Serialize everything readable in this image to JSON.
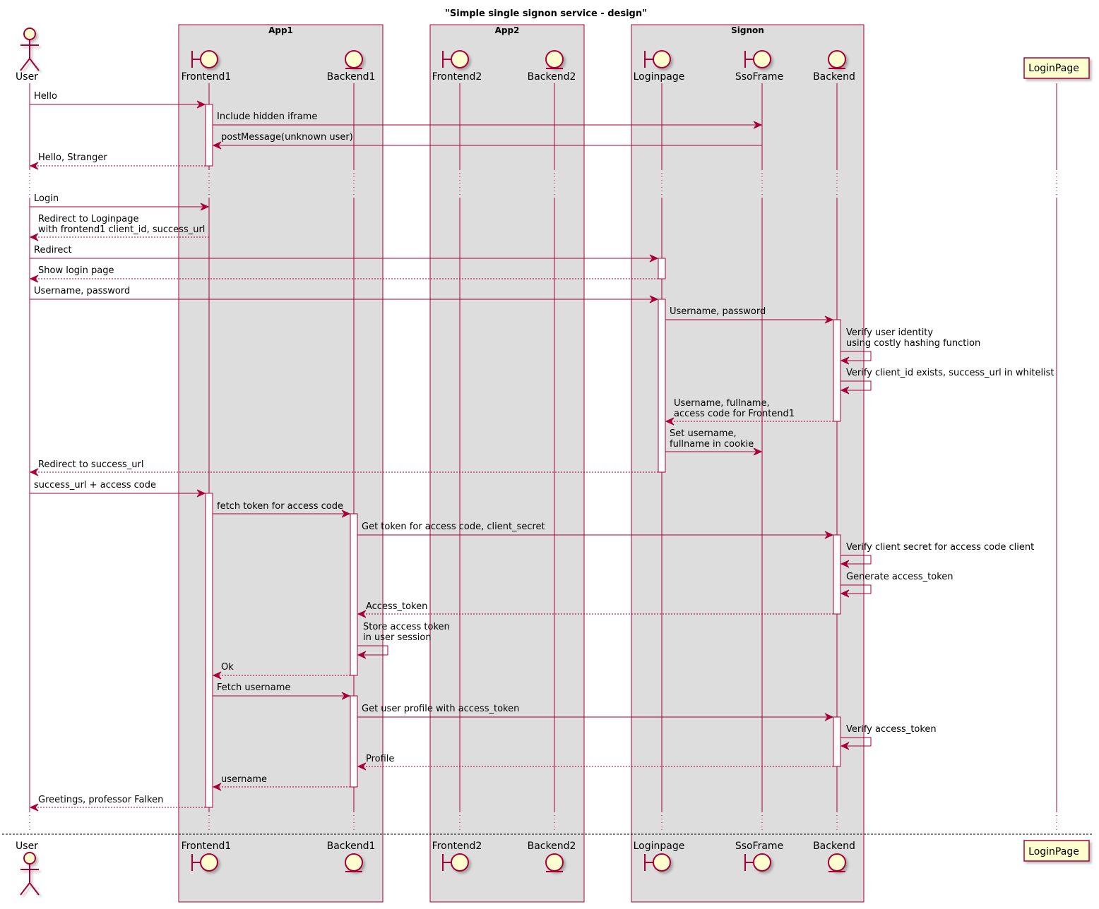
{
  "title": "\"Simple single signon service - design\"",
  "colors": {
    "line": "#a80036",
    "box_fill": "#dddddd",
    "participant_fill": "#fefece",
    "activation_fill": "#ffffff",
    "text": "#000000"
  },
  "boxes": [
    {
      "id": "app1",
      "label": "App1"
    },
    {
      "id": "app2",
      "label": "App2"
    },
    {
      "id": "signon",
      "label": "Signon"
    }
  ],
  "participants": [
    {
      "id": "user",
      "label": "User",
      "shape": "actor"
    },
    {
      "id": "frontend1",
      "label": "Frontend1",
      "shape": "boundary"
    },
    {
      "id": "backend1",
      "label": "Backend1",
      "shape": "entity"
    },
    {
      "id": "frontend2",
      "label": "Frontend2",
      "shape": "boundary"
    },
    {
      "id": "backend2",
      "label": "Backend2",
      "shape": "entity"
    },
    {
      "id": "loginpage",
      "label": "Loginpage",
      "shape": "boundary"
    },
    {
      "id": "ssoframe",
      "label": "SsoFrame",
      "shape": "boundary"
    },
    {
      "id": "backend",
      "label": "Backend",
      "shape": "entity"
    },
    {
      "id": "loginpage2",
      "label": "LoginPage",
      "shape": "participant"
    }
  ],
  "messages": [
    {
      "from": "user",
      "to": "frontend1",
      "lines": [
        "Hello"
      ],
      "style": "solid"
    },
    {
      "from": "frontend1",
      "to": "ssoframe",
      "lines": [
        "Include hidden iframe"
      ],
      "style": "solid"
    },
    {
      "from": "ssoframe",
      "to": "frontend1",
      "lines": [
        "postMessage(unknown user)"
      ],
      "style": "solid"
    },
    {
      "from": "frontend1",
      "to": "user",
      "lines": [
        "Hello, Stranger"
      ],
      "style": "dashed"
    },
    {
      "from": "user",
      "to": "frontend1",
      "lines": [
        "Login"
      ],
      "style": "solid"
    },
    {
      "from": "frontend1",
      "to": "user",
      "lines": [
        "Redirect to Loginpage",
        "with frontend1 client_id, success_url"
      ],
      "style": "dashed"
    },
    {
      "from": "user",
      "to": "loginpage",
      "lines": [
        "Redirect"
      ],
      "style": "solid"
    },
    {
      "from": "loginpage",
      "to": "user",
      "lines": [
        "Show login page"
      ],
      "style": "dashed"
    },
    {
      "from": "user",
      "to": "loginpage",
      "lines": [
        "Username, password"
      ],
      "style": "solid"
    },
    {
      "from": "loginpage",
      "to": "backend",
      "lines": [
        "Username, password"
      ],
      "style": "solid"
    },
    {
      "from": "backend",
      "to": "backend",
      "lines": [
        "Verify user identity",
        "using costly hashing function"
      ],
      "style": "solid"
    },
    {
      "from": "backend",
      "to": "backend",
      "lines": [
        "Verify client_id exists, success_url in whitelist"
      ],
      "style": "solid"
    },
    {
      "from": "backend",
      "to": "loginpage",
      "lines": [
        "Username, fullname,",
        "access code for Frontend1"
      ],
      "style": "dashed"
    },
    {
      "from": "loginpage",
      "to": "ssoframe",
      "lines": [
        "Set username,",
        "fullname in cookie"
      ],
      "style": "solid"
    },
    {
      "from": "loginpage",
      "to": "user",
      "lines": [
        "Redirect to success_url"
      ],
      "style": "dashed"
    },
    {
      "from": "user",
      "to": "frontend1",
      "lines": [
        "success_url + access code"
      ],
      "style": "solid"
    },
    {
      "from": "frontend1",
      "to": "backend1",
      "lines": [
        "fetch token for access code"
      ],
      "style": "solid"
    },
    {
      "from": "backend1",
      "to": "backend",
      "lines": [
        "Get token for access code, client_secret"
      ],
      "style": "solid"
    },
    {
      "from": "backend",
      "to": "backend",
      "lines": [
        "Verify client secret for access code client"
      ],
      "style": "solid"
    },
    {
      "from": "backend",
      "to": "backend",
      "lines": [
        "Generate access_token"
      ],
      "style": "solid"
    },
    {
      "from": "backend",
      "to": "backend1",
      "lines": [
        "Access_token"
      ],
      "style": "dashed"
    },
    {
      "from": "backend1",
      "to": "backend1",
      "lines": [
        "Store access token",
        "in user session"
      ],
      "style": "solid"
    },
    {
      "from": "backend1",
      "to": "frontend1",
      "lines": [
        "Ok"
      ],
      "style": "dashed"
    },
    {
      "from": "frontend1",
      "to": "backend1",
      "lines": [
        "Fetch username"
      ],
      "style": "solid"
    },
    {
      "from": "backend1",
      "to": "backend",
      "lines": [
        "Get user profile with access_token"
      ],
      "style": "solid"
    },
    {
      "from": "backend",
      "to": "backend",
      "lines": [
        "Verify access_token"
      ],
      "style": "solid"
    },
    {
      "from": "backend",
      "to": "backend1",
      "lines": [
        "Profile"
      ],
      "style": "dashed"
    },
    {
      "from": "backend1",
      "to": "frontend1",
      "lines": [
        "username"
      ],
      "style": "dashed"
    },
    {
      "from": "frontend1",
      "to": "user",
      "lines": [
        "Greetings, professor Falken"
      ],
      "style": "dashed"
    }
  ]
}
